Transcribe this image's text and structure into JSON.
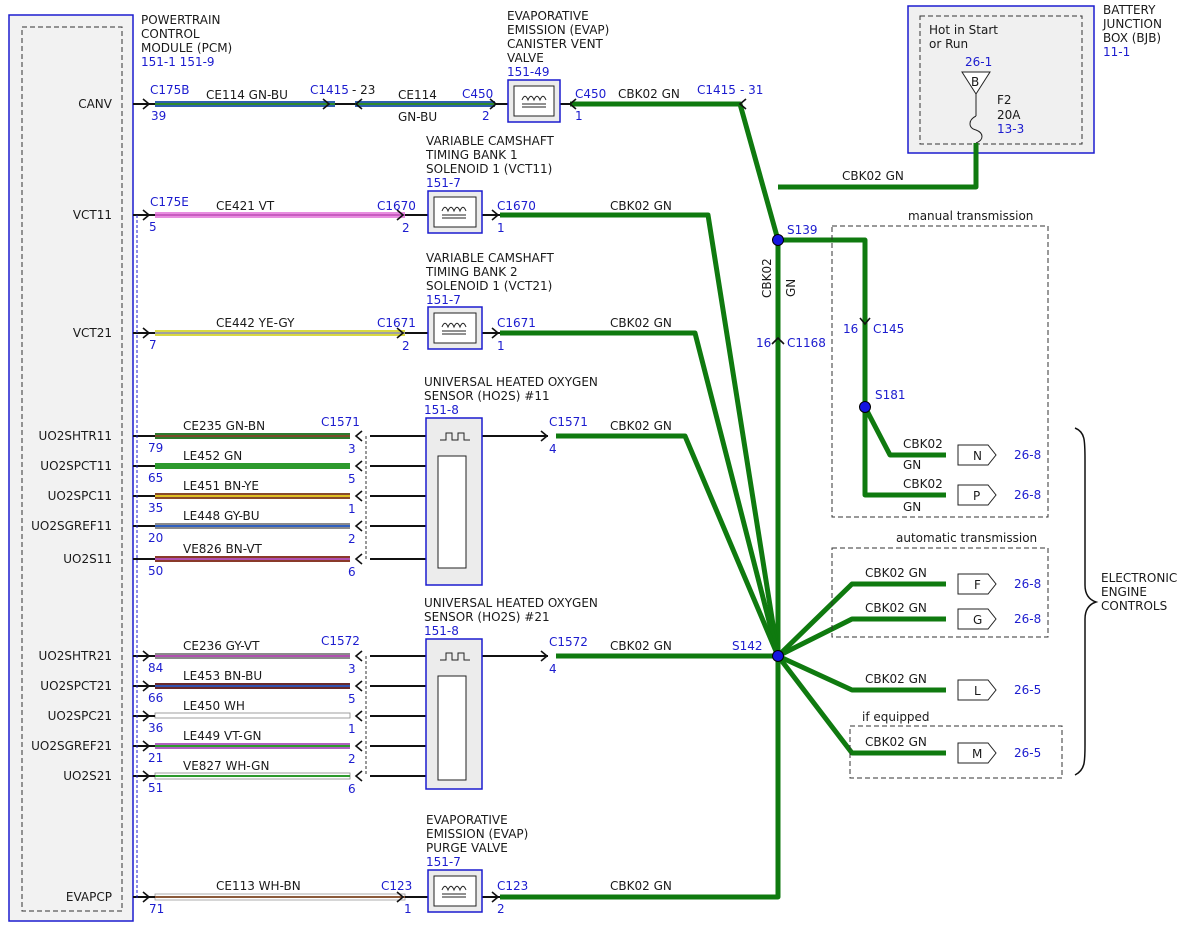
{
  "pcm": {
    "title": [
      "POWERTRAIN",
      "CONTROL",
      "MODULE (PCM)"
    ],
    "ref": "151-1 151-9"
  },
  "bjb": {
    "title": [
      "BATTERY",
      "JUNCTION",
      "BOX (BJB)"
    ],
    "ref": "11-1",
    "mode": [
      "Hot in Start",
      "or Run"
    ],
    "fuse_ref": "26-1",
    "fuse_letter": "B",
    "fuse_name": "F2",
    "fuse_amps": "20A",
    "fuse_loc": "13-3",
    "wire": "CBK02  GN"
  },
  "evap_vent": {
    "title": [
      "EVAPORATIVE",
      "EMISSION (EVAP)",
      "CANISTER VENT",
      "VALVE"
    ],
    "ref": "151-49"
  },
  "vct11_sol": {
    "title": [
      "VARIABLE CAMSHAFT",
      "TIMING BANK 1",
      "SOLENOID 1 (VCT11)"
    ],
    "ref": "151-7"
  },
  "vct21_sol": {
    "title": [
      "VARIABLE CAMSHAFT",
      "TIMING BANK 2",
      "SOLENOID 1 (VCT21)"
    ],
    "ref": "151-7"
  },
  "ho2s11": {
    "title": [
      "UNIVERSAL HEATED OXYGEN",
      "SENSOR (HO2S) #11"
    ],
    "ref": "151-8"
  },
  "ho2s21": {
    "title": [
      "UNIVERSAL HEATED OXYGEN",
      "SENSOR (HO2S) #21"
    ],
    "ref": "151-8"
  },
  "evap_purge": {
    "title": [
      "EVAPORATIVE",
      "EMISSION (EVAP)",
      "PURGE VALVE"
    ],
    "ref": "151-7"
  },
  "canv": {
    "pin": "CANV",
    "conn": "C175B",
    "cavity": "39",
    "c1": "CE114  GN-BU",
    "inline": "C1415",
    "inline_pin": "- 23",
    "c2a": "CE114",
    "c2b": "GN-BU",
    "dev_conn": "C450",
    "dev_pin_in": "2",
    "out_conn": "C450",
    "out_pin": "1",
    "out_circ": "CBK02  GN",
    "out_inline": "C1415",
    "out_inline_pin": "- 31"
  },
  "vct11": {
    "pin": "VCT11",
    "conn": "C175E",
    "cavity": "5",
    "circ": "CE421  VT",
    "dev_conn": "C1670",
    "dev_pin": "2",
    "out_conn": "C1670",
    "out_pin": "1",
    "out_circ": "CBK02  GN"
  },
  "vct21": {
    "pin": "VCT21",
    "cavity": "7",
    "circ": "CE442  YE-GY",
    "dev_conn": "C1671",
    "dev_pin": "2",
    "out_conn": "C1671",
    "out_pin": "1",
    "out_circ": "CBK02  GN"
  },
  "ho2s11_wires": [
    {
      "pin": "UO2SHTR11",
      "cavity": "79",
      "circ": "CE235  GN-BN",
      "dpin": "3"
    },
    {
      "pin": "UO2SPCT11",
      "cavity": "65",
      "circ": "LE452  GN",
      "dpin": "5"
    },
    {
      "pin": "UO2SPC11",
      "cavity": "35",
      "circ": "LE451  BN-YE",
      "dpin": "1"
    },
    {
      "pin": "UO2SGREF11",
      "cavity": "20",
      "circ": "LE448  GY-BU",
      "dpin": "2"
    },
    {
      "pin": "UO2S11",
      "cavity": "50",
      "circ": "VE826  BN-VT",
      "dpin": "6"
    }
  ],
  "ho2s11_conn": "C1571",
  "ho2s11_out": {
    "conn": "C1571",
    "pin": "4",
    "circ": "CBK02  GN"
  },
  "ho2s21_wires": [
    {
      "pin": "UO2SHTR21",
      "cavity": "84",
      "circ": "CE236  GY-VT",
      "dpin": "3"
    },
    {
      "pin": "UO2SPCT21",
      "cavity": "66",
      "circ": "LE453  BN-BU",
      "dpin": "5"
    },
    {
      "pin": "UO2SPC21",
      "cavity": "36",
      "circ": "LE450  WH",
      "dpin": "1"
    },
    {
      "pin": "UO2SGREF21",
      "cavity": "21",
      "circ": "LE449  VT-GN",
      "dpin": "2"
    },
    {
      "pin": "UO2S21",
      "cavity": "51",
      "circ": "VE827  WH-GN",
      "dpin": "6"
    }
  ],
  "ho2s21_conn": "C1572",
  "ho2s21_out": {
    "conn": "C1572",
    "pin": "4",
    "circ": "CBK02  GN"
  },
  "evapcp": {
    "pin": "EVAPCP",
    "cavity": "71",
    "circ": "CE113  WH-BN",
    "dev_conn": "C123",
    "dev_pin": "1",
    "out_conn": "C123",
    "out_pin": "2",
    "out_circ": "CBK02  GN"
  },
  "splices": {
    "s139": "S139",
    "s142": "S142",
    "s181": "S181"
  },
  "vertical": {
    "circ": "CBK02",
    "color": "GN",
    "conn": "C1168",
    "pin": "16"
  },
  "manual": {
    "label": "manual transmission",
    "conn": "C145",
    "pin": "16",
    "items": [
      {
        "circ": "CBK02",
        "color": "GN",
        "letter": "N",
        "ref": "26-8"
      },
      {
        "circ": "CBK02",
        "color": "GN",
        "letter": "P",
        "ref": "26-8"
      }
    ]
  },
  "automatic": {
    "label": "automatic transmission",
    "items": [
      {
        "circ": "CBK02  GN",
        "letter": "F",
        "ref": "26-8"
      },
      {
        "circ": "CBK02  GN",
        "letter": "G",
        "ref": "26-8"
      }
    ]
  },
  "l_item": {
    "circ": "CBK02  GN",
    "letter": "L",
    "ref": "26-5"
  },
  "equipped": {
    "label": "if equipped",
    "circ": "CBK02  GN",
    "letter": "M",
    "ref": "26-5"
  },
  "eec": [
    "ELECTRONIC",
    "ENGINE",
    "CONTROLS"
  ],
  "colors": {
    "green": "#0f7a0f",
    "blue": "#1c1ccf",
    "pink": "#e88ee0",
    "yellow": "#d8d840",
    "device_bg": "#ececec"
  }
}
